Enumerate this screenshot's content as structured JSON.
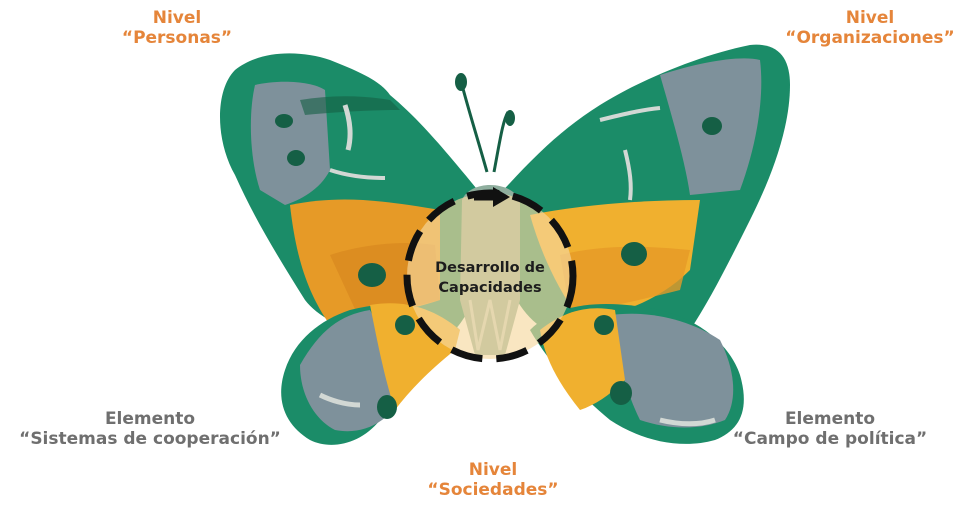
{
  "colors": {
    "wing_green": "#1B8C68",
    "dark_green": "#155F45",
    "gray_blue": "#7E919B",
    "light_gray": "#D2D8D4",
    "orange": "#E69A27",
    "yellow_orange": "#F0B02F",
    "label_orange": "#E5853A",
    "label_gray": "#6f6f6f",
    "center_fill": "#F6D8A0",
    "center_stroke": "#111111"
  },
  "labels": {
    "top_left": {
      "line1": "Nivel",
      "line2": "“Personas”"
    },
    "top_right": {
      "line1": "Nivel",
      "line2": "“Organizaciones”"
    },
    "bottom_left": {
      "line1": "Elemento",
      "line2": "“Sistemas de cooperación”"
    },
    "bottom_right": {
      "line1": "Elemento",
      "line2": "“Campo de política”"
    },
    "bottom_center": {
      "line1": "Nivel",
      "line2": "“Sociedades”"
    }
  },
  "center": {
    "line1": "Desarrollo de",
    "line2": "Capacidades"
  }
}
